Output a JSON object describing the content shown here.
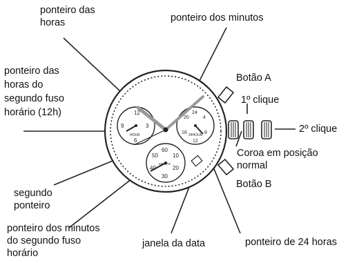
{
  "labels": {
    "hour_hand": "ponteiro das\nhoras",
    "minute_hand": "ponteiro dos minutos",
    "dual_time_hour_hand": "ponteiro das\nhoras do\nsegundo fuso\nhorário (12h)",
    "button_a": "Botão A",
    "first_click": "1º clique",
    "second_click": "2º clique",
    "crown_normal": "Coroa em posição\nnormal",
    "button_b": "Botão B",
    "second_hand": "segundo\nponteiro",
    "dual_time_minute_hand": "ponteiro dos minutos\ndo segundo fuso\nhorário",
    "date_window": "janela da data",
    "hand_24h": "ponteiro de 24 horas"
  },
  "dials": {
    "left_subdial": [
      "12",
      "3",
      "6",
      "9"
    ],
    "left_subdial_caption": "HOUR",
    "right_subdial": [
      "20",
      "24",
      "4",
      "16",
      "12",
      "8"
    ],
    "right_subdial_caption": "24HOUR",
    "bottom_subdial": [
      "60",
      "50",
      "40",
      "30",
      "20",
      "10"
    ],
    "bottom_subdial_caption": "MINUTE"
  }
}
